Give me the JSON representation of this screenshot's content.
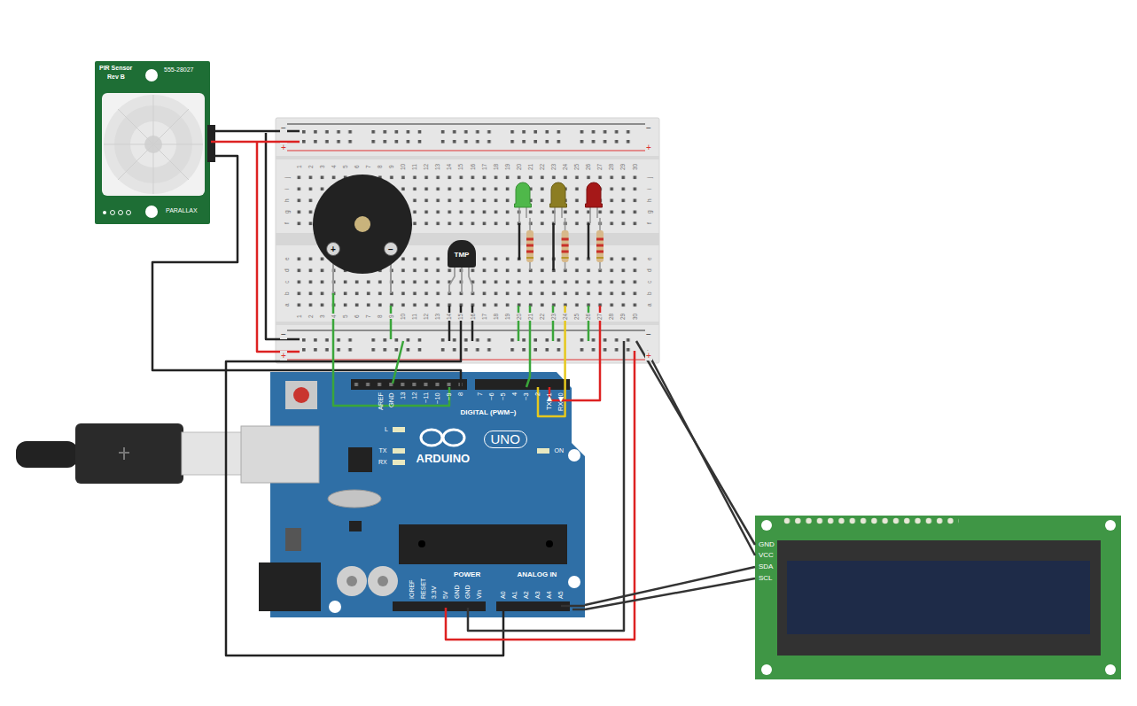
{
  "diagram": {
    "nodes": [
      {
        "text": [
          "PIR Sensor",
          "Rev B",
          "555-28027",
          "PARALLAX"
        ]
      },
      {
        "text": [
          "TMP"
        ]
      },
      {
        "text": [
          "ARDUINO",
          "UNO"
        ]
      },
      {
        "text": [
          "GND",
          "VCC",
          "SDA",
          "SCL"
        ]
      }
    ],
    "edges": [
      {
        "from": 3,
        "to": 2,
        "arrow": "none"
      },
      {
        "from": 3,
        "to": 2,
        "arrow": "none"
      }
    ],
    "labels": [
      "1",
      "2",
      "3",
      "4",
      "5",
      "6",
      "7",
      "8",
      "9",
      "10",
      "11",
      "12",
      "13",
      "14",
      "15",
      "16",
      "17",
      "18",
      "19",
      "20",
      "21",
      "22",
      "23",
      "24",
      "25",
      "26",
      "27",
      "28",
      "29",
      "30",
      "1",
      "2",
      "3",
      "4",
      "5",
      "6",
      "7",
      "8",
      "9",
      "10",
      "11",
      "12",
      "13",
      "14",
      "15",
      "16",
      "17",
      "18",
      "19",
      "20",
      "21",
      "22",
      "23",
      "24",
      "25",
      "26",
      "27",
      "28",
      "29",
      "30",
      "j",
      "i",
      "h",
      "g",
      "f",
      "e",
      "d",
      "c",
      "b",
      "a",
      "j",
      "i",
      "h",
      "g",
      "f",
      "e",
      "d",
      "c",
      "b",
      "a",
      "−",
      "+",
      "−",
      "+",
      "−",
      "+",
      "−",
      "+",
      "+",
      "−",
      "AREF",
      "GND",
      "13",
      "12",
      "~11",
      "~10",
      "~9",
      "8",
      "7",
      "~6",
      "~5",
      "4",
      "~3",
      "2",
      "TX▶1",
      "RX◀0",
      "DIGITAL (PWM~)",
      "L",
      "TX",
      "RX",
      "ON",
      "IOREF",
      "RESET",
      "3.3V",
      "5V",
      "GND",
      "GND",
      "Vin",
      "POWER",
      "ANALOG IN",
      "A0",
      "A1",
      "A2",
      "A3",
      "A4",
      "A5"
    ]
  }
}
